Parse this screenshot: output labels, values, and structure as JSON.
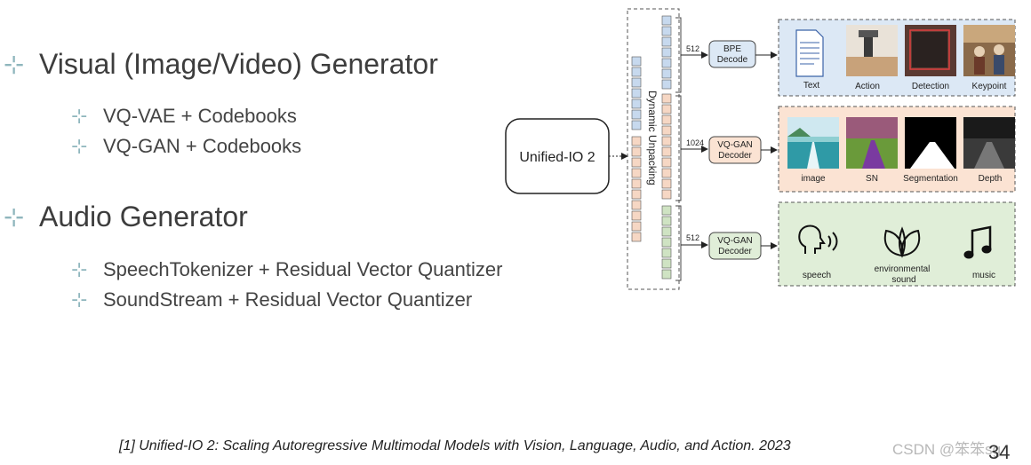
{
  "bullets": {
    "visual": {
      "title": "Visual (Image/Video) Generator",
      "items": [
        "VQ-VAE + Codebooks",
        "VQ-GAN + Codebooks"
      ]
    },
    "audio": {
      "title": "Audio Generator",
      "items": [
        "SpeechTokenizer + Residual Vector Quantizer",
        "SoundStream + Residual Vector Quantizer"
      ]
    }
  },
  "diagram": {
    "model": "Unified-IO 2",
    "unpack": "Dynamic Unpacking",
    "branches": [
      {
        "dim": "512",
        "decoder": [
          "BPE",
          "Decode"
        ],
        "outputs": [
          "Text",
          "Action",
          "Detection",
          "Keypoint"
        ]
      },
      {
        "dim": "1024",
        "decoder": [
          "VQ-GAN",
          "Decoder"
        ],
        "outputs": [
          "image",
          "SN",
          "Segmentation",
          "Depth"
        ]
      },
      {
        "dim": "512",
        "decoder": [
          "VQ-GAN",
          "Decoder"
        ],
        "outputs": [
          "speech",
          "environmental sound",
          "music"
        ]
      }
    ],
    "colors": {
      "blue": "#dce8f5",
      "orange": "#fbe3d3",
      "green": "#e0eed8"
    }
  },
  "footer": {
    "citation": "[1] Unified-IO 2: Scaling Autoregressive Multimodal Models with Vision, Language, Audio, and Action. 2023",
    "watermark": "CSDN @笨笨sg",
    "page": "34"
  }
}
